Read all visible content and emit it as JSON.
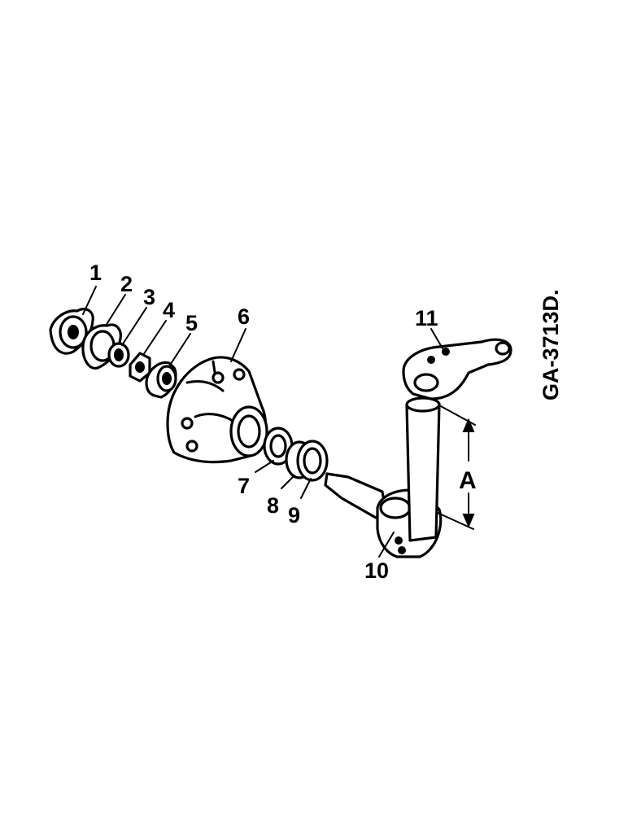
{
  "diagram": {
    "callouts": [
      "1",
      "2",
      "3",
      "4",
      "5",
      "6",
      "7",
      "8",
      "9",
      "10",
      "11"
    ],
    "dimension_label": "A",
    "drawing_code": "GA-3713D."
  },
  "colors": {
    "ink": "#000000",
    "paper": "#ffffff"
  }
}
